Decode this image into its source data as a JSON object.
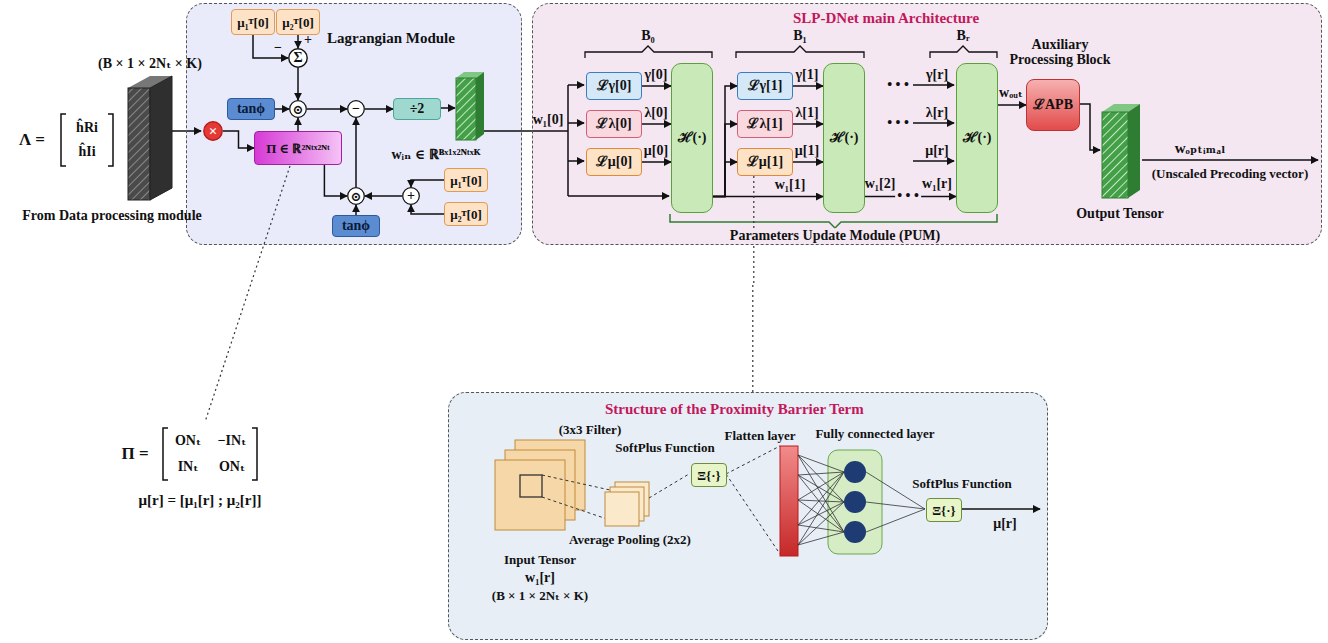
{
  "diagram": {
    "nodes": [
      {
        "text": [
          "Lagrangian Module"
        ]
      },
      {
        "text": [
          "μ₁ᵀ[0]"
        ],
        "in": 0
      },
      {
        "text": [
          "μ₂ᵀ[0]"
        ],
        "in": 0
      },
      {
        "text": [
          "Σ"
        ],
        "in": 0
      },
      {
        "text": [
          "tanϕ"
        ],
        "in": 0
      },
      {
        "text": [
          "⊙"
        ],
        "in": 0
      },
      {
        "text": [
          "−"
        ],
        "in": 0
      },
      {
        "text": [
          "÷2"
        ],
        "in": 0
      },
      {
        "text": [
          "Π ∈ ℝ²ᴺᵗˣ²ᴺᵗ"
        ],
        "in": 0
      },
      {
        "text": [
          "⊙"
        ],
        "in": 0
      },
      {
        "text": [
          "+"
        ],
        "in": 0
      },
      {
        "text": [
          "μ₁ᵀ[0]"
        ],
        "in": 0
      },
      {
        "text": [
          "μ₂ᵀ[0]"
        ],
        "in": 0
      },
      {
        "text": [
          "tanϕ"
        ],
        "in": 0
      },
      {
        "text": [
          "×"
        ]
      },
      {
        "text": [
          "SLP-DNet main Architecture"
        ]
      },
      {
        "text": [
          "ℒγ[0]"
        ],
        "in": 15
      },
      {
        "text": [
          "ℒλ[0]"
        ],
        "in": 15
      },
      {
        "text": [
          "ℒμ[0]"
        ],
        "in": 15
      },
      {
        "text": [
          "ℋ(·)"
        ],
        "in": 15
      },
      {
        "text": [
          "ℒγ[1]"
        ],
        "in": 15
      },
      {
        "text": [
          "ℒλ[1]"
        ],
        "in": 15
      },
      {
        "text": [
          "ℒμ[1]"
        ],
        "in": 15
      },
      {
        "text": [
          "ℋ(·)"
        ],
        "in": 15
      },
      {
        "text": [
          "ℋ(·)"
        ],
        "in": 15
      },
      {
        "text": [
          "ℒAPB"
        ],
        "in": 15
      },
      {
        "text": [
          "Structure of the Proximity Barrier Term"
        ]
      },
      {
        "text": [
          "Ξ{·}"
        ],
        "in": 26
      },
      {
        "text": [
          "Ξ{·}"
        ],
        "in": 26
      }
    ],
    "edges": [
      {
        "from": 1,
        "to": 3,
        "arrow": "to",
        "label": "−"
      },
      {
        "from": 2,
        "to": 3,
        "arrow": "to",
        "label": "+"
      },
      {
        "from": 3,
        "to": 5,
        "arrow": "to"
      },
      {
        "from": 4,
        "to": 5,
        "arrow": "to"
      },
      {
        "from": 8,
        "to": 5,
        "arrow": "to"
      },
      {
        "from": 5,
        "to": 6,
        "arrow": "to"
      },
      {
        "from": 6,
        "to": 7,
        "arrow": "to"
      },
      {
        "from": 14,
        "to": 8,
        "arrow": "to"
      },
      {
        "from": 8,
        "to": 9,
        "arrow": "to"
      },
      {
        "from": 13,
        "to": 9,
        "arrow": "to"
      },
      {
        "from": 10,
        "to": 9,
        "arrow": "to"
      },
      {
        "from": 11,
        "to": 10,
        "arrow": "to"
      },
      {
        "from": 12,
        "to": 10,
        "arrow": "to"
      },
      {
        "from": 9,
        "to": 6,
        "arrow": "to"
      },
      {
        "from": 16,
        "to": 19,
        "arrow": "to",
        "label": "γ[0]"
      },
      {
        "from": 17,
        "to": 19,
        "arrow": "to",
        "label": "λ[0]"
      },
      {
        "from": 18,
        "to": 19,
        "arrow": "to",
        "label": "μ[0]"
      },
      {
        "from": 19,
        "to": 20,
        "arrow": "to"
      },
      {
        "from": 19,
        "to": 21,
        "arrow": "to"
      },
      {
        "from": 19,
        "to": 22,
        "arrow": "to"
      },
      {
        "from": 19,
        "to": 23,
        "arrow": "to",
        "label": "w₁[1]"
      },
      {
        "from": 20,
        "to": 23,
        "arrow": "to",
        "label": "γ[1]"
      },
      {
        "from": 21,
        "to": 23,
        "arrow": "to",
        "label": "λ[1]"
      },
      {
        "from": 22,
        "to": 23,
        "arrow": "to",
        "label": "μ[1]"
      },
      {
        "from": 23,
        "to": 24,
        "arrow": "to",
        "label": "w₁[2]"
      },
      {
        "from": 24,
        "to": 25,
        "arrow": "to",
        "label": "wₒᵤₜ"
      },
      {
        "from": 22,
        "to": 26,
        "arrow": "none"
      }
    ],
    "labels": [
      "(B × 1 × 2Nₜ × K)",
      "Λ =",
      "ĥRi",
      "ĥIi",
      "From Data processing module",
      "wᵢₙ ∈ ℝᴮˣ¹ˣ²ᴺᵗˣᴷ",
      "w₁[0]",
      "B₀",
      "B₁",
      "Bᵣ",
      "• • •",
      "γ[r]",
      "• • •",
      "λ[r]",
      "μ[r]",
      "• • •",
      "w₁[r]",
      "Auxiliary Processing Block",
      "Output Tensor",
      "wₒₚₜᵢₘₐₗ",
      "(Unscaled Precoding vector)",
      "Parameters Update Module (PUM)",
      "Π =",
      "ONₜ",
      "−INₜ",
      "INₜ",
      "ONₜ",
      "μ[r] = [μ₁[r] ; μ₂[r]]",
      "(3x3 Filter)",
      "Average Pooling (2x2)",
      "SoftPlus Function",
      "Flatten layer",
      "Fully connected layer",
      "SoftPlus Function",
      "μ[r]",
      "Input Tensor",
      "w₁[r]",
      "(B × 1 × 2Nₜ × K)"
    ]
  }
}
